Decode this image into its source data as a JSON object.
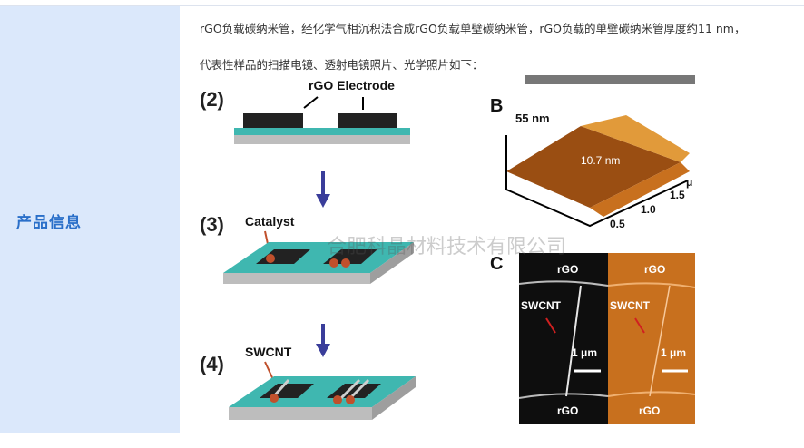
{
  "row_label": "产品信息",
  "description": {
    "line1": "rGO负载碳纳米管，经化学气相沉积法合成rGO负载单壁碳纳米管，rGO负载的单壁碳纳米管厚度约11 nm，",
    "line2": "代表性样品的扫描电镜、透射电镜照片、光学照片如下："
  },
  "figure": {
    "step2_label": "(2)",
    "step2_annotation": "rGO Electrode",
    "step3_label": "(3)",
    "step3_annotation": "Catalyst",
    "step4_label": "(4)",
    "step4_annotation": "SWCNT",
    "panel_b_label": "B",
    "panel_b_height": "55 nm",
    "panel_b_thickness": "10.7 nm",
    "panel_b_axis_unit": "μ",
    "panel_b_ticks": [
      "0.5",
      "1.0",
      "1.5"
    ],
    "panel_c_label": "C",
    "panel_c_top_left": "rGO",
    "panel_c_top_right": "rGO",
    "panel_c_mid_left": "SWCNT",
    "panel_c_mid_right": "SWCNT",
    "panel_c_scale_left": "1 μm",
    "panel_c_scale_right": "1 μm",
    "panel_c_bottom_left": "rGO",
    "panel_c_bottom_right": "rGO"
  },
  "watermark": "合肥科晶材料技术有限公司",
  "colors": {
    "label_bg": "#dbe8fb",
    "label_text": "#2a6fc9",
    "substrate_teal": "#3fb7b0",
    "arrow_blue": "#3a3d9a",
    "catalyst": "#c0502c",
    "afm_orange": "#c8701e"
  }
}
